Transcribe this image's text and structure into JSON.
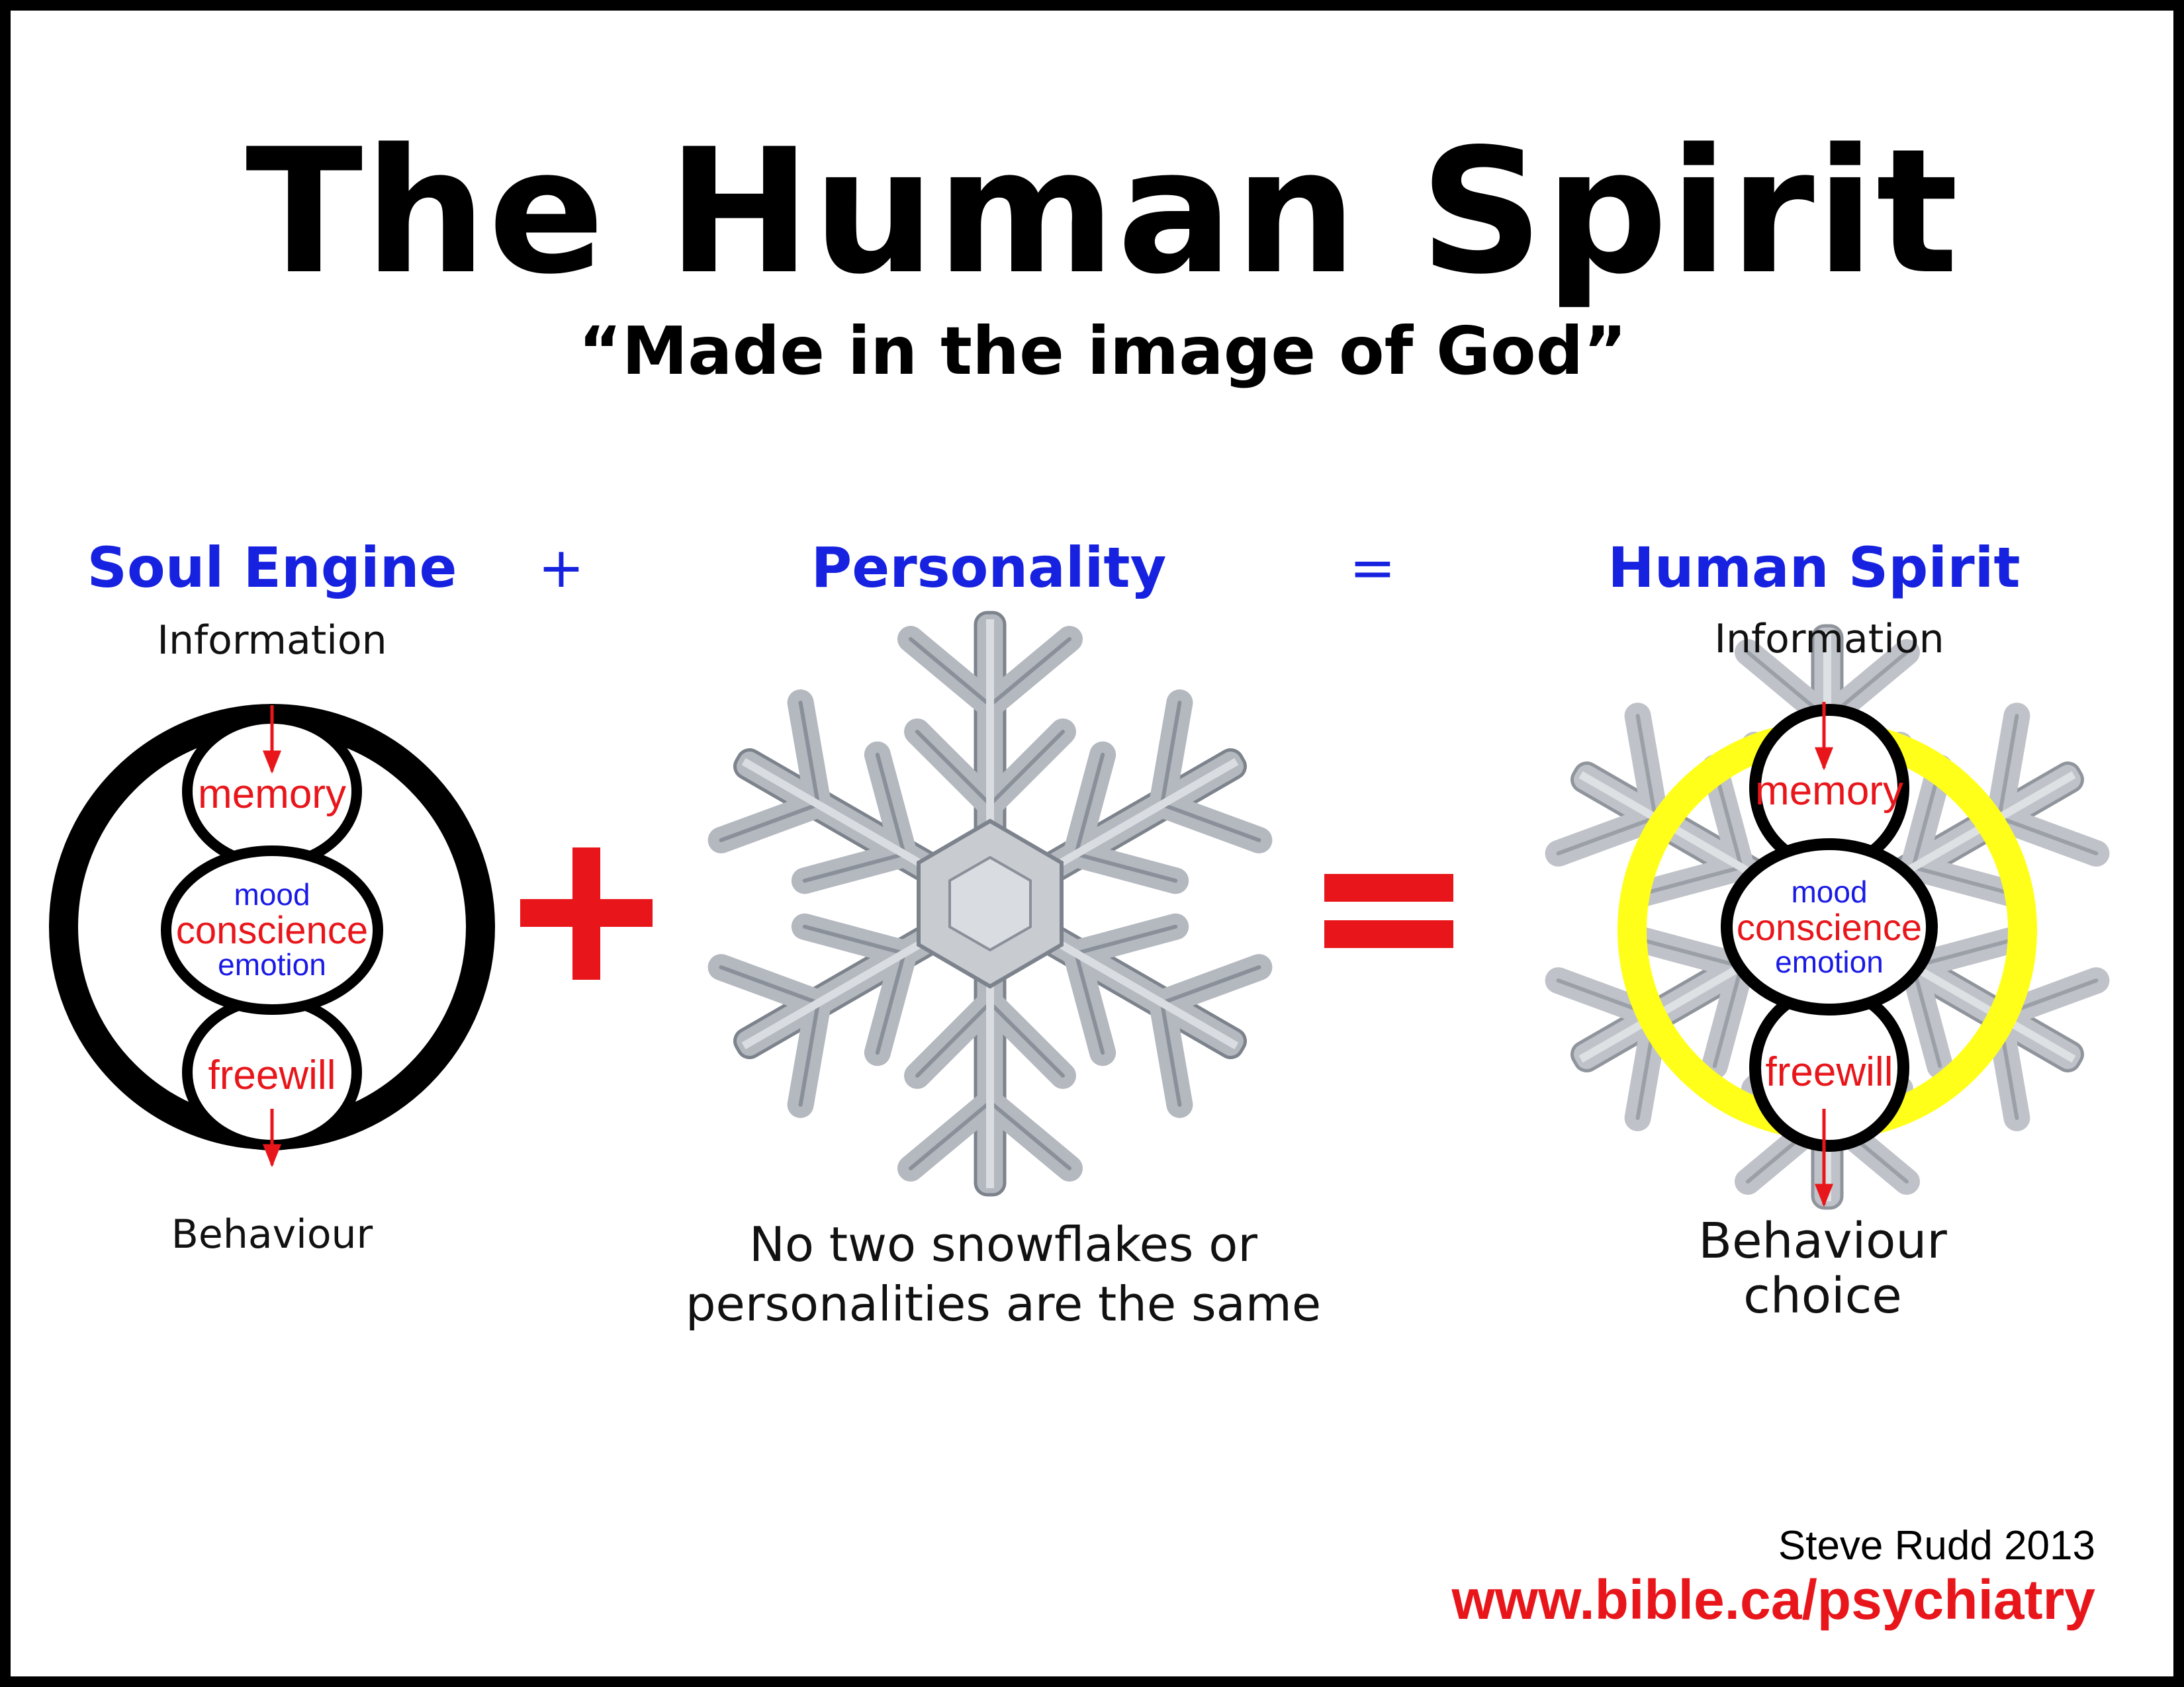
{
  "title": "The Human Spirit",
  "subtitle": "“Made in the image of God”",
  "colors": {
    "heading_blue": "#1722e0",
    "label_red": "#e8161b",
    "label_blue": "#1a1ae6",
    "outer_ring": "#000000",
    "spirit_ring": "#ffff1a",
    "snowflake": "#b4b8bf"
  },
  "equation": {
    "soul_engine": "Soul Engine",
    "plus": "+",
    "personality": "Personality",
    "equals": "=",
    "human_spirit": "Human Spirit"
  },
  "soul_engine": {
    "input": "Information",
    "memory": "memory",
    "mood": "mood",
    "conscience": "conscience",
    "emotion": "emotion",
    "freewill": "freewill",
    "output": "Behaviour"
  },
  "personality": {
    "icon": "snowflake",
    "caption_line1": "No two snowflakes or",
    "caption_line2": "personalities are the same"
  },
  "human_spirit": {
    "input": "Information",
    "memory": "memory",
    "mood": "mood",
    "conscience": "conscience",
    "emotion": "emotion",
    "freewill": "freewill",
    "output_line1": "Behaviour",
    "output_line2": "choice"
  },
  "footer": {
    "credit": "Steve Rudd 2013",
    "url": "www.bible.ca/psychiatry"
  }
}
